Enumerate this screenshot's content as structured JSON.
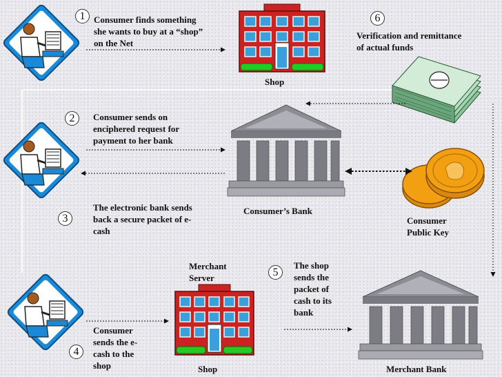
{
  "steps": [
    {
      "number": "1",
      "text": "Consumer finds something she wants to buy at a “shop” on the Net"
    },
    {
      "number": "2",
      "text": "Consumer sends on enciphered request for payment to her bank"
    },
    {
      "number": "3",
      "text": "The electronic bank sends back a secure packet of e-cash"
    },
    {
      "number": "4",
      "text": "Consumer sends the e-cash to the shop"
    },
    {
      "number": "5",
      "text": "The shop sends the packet of cash to its bank"
    },
    {
      "number": "6",
      "text": "Verification and remittance of actual funds"
    }
  ],
  "labels": {
    "shop_top": "Shop",
    "consumer_bank": "Consumer’s Bank",
    "consumer_public_key": "Consumer Public Key",
    "merchant_server": "Merchant Server",
    "shop_bottom": "Shop",
    "merchant_bank": "Merchant Bank"
  },
  "colors": {
    "building_red": "#cc2222",
    "window_blue": "#3aa0dc",
    "bush_green": "#22cc22",
    "bank_grey": "#8c8c94",
    "coin_gold": "#f2a011",
    "cash_green": "#8cc49a",
    "icon_blue": "#1a8ad8"
  }
}
